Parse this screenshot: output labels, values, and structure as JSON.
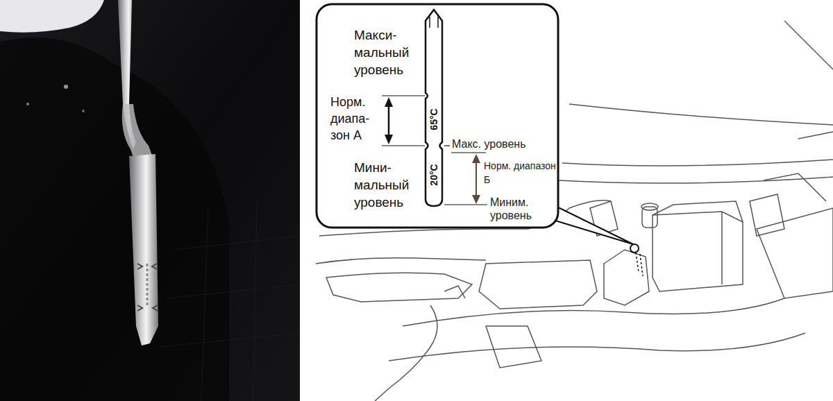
{
  "diagram": {
    "labels": [
      "Макси- мальный уровень",
      "Норм. диапа- зон А",
      "65°C",
      "Макс. уровень",
      "20°C",
      "Норм. диапазон Б",
      "Мини- мальный уровень",
      "Миним. уровень"
    ]
  }
}
